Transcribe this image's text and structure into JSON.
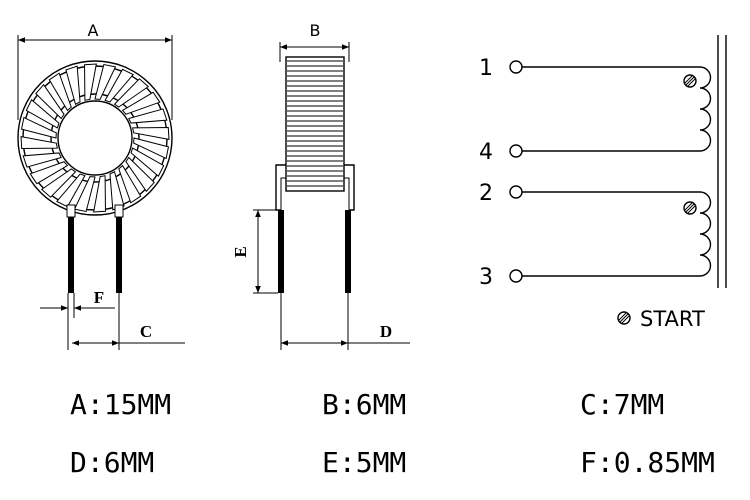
{
  "toroid_top": {
    "dim_label": "A",
    "pin_gap_label": "F",
    "pin_spacing_label": "C"
  },
  "toroid_side": {
    "width_label": "B",
    "lead_label": "E",
    "pin_spacing_label": "D"
  },
  "schematic": {
    "pins": [
      "1",
      "4",
      "2",
      "3"
    ],
    "start_label": "START"
  },
  "specs": [
    [
      "A:15MM",
      "B:6MM",
      "C:7MM"
    ],
    [
      "D:6MM",
      "E:5MM",
      "F:0.85MM"
    ]
  ]
}
